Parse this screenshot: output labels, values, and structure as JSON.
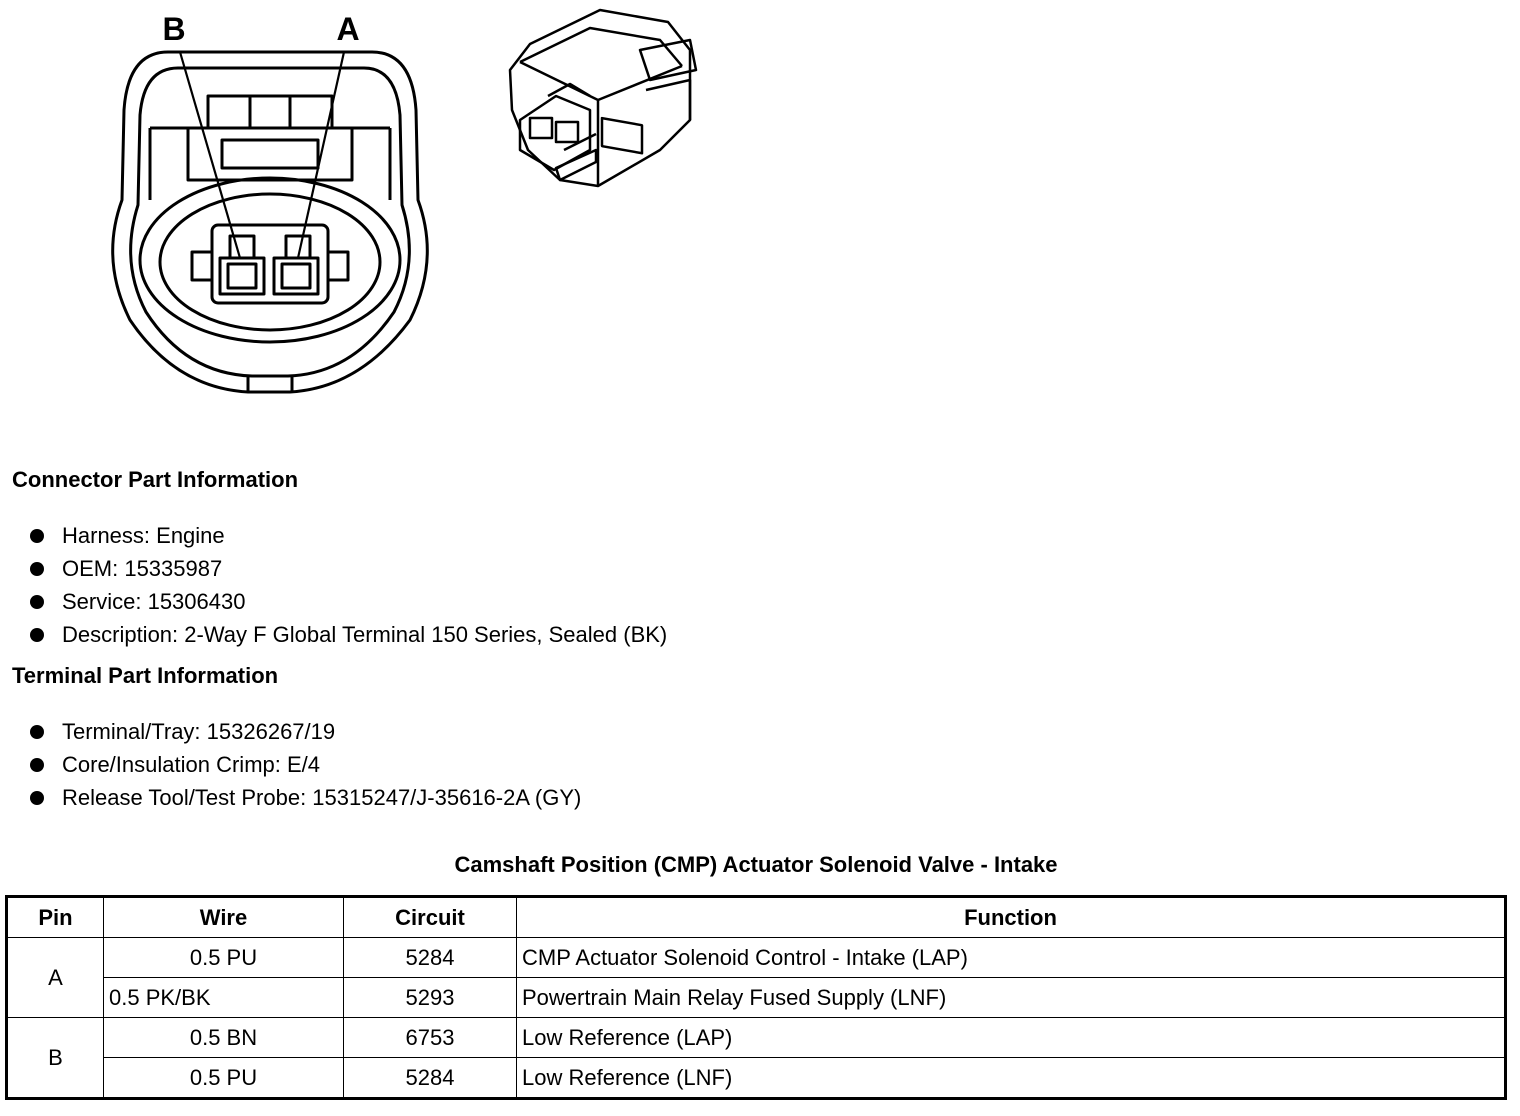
{
  "figure": {
    "pin_label_b": "B",
    "pin_label_a": "A"
  },
  "connector_info": {
    "heading": "Connector Part Information",
    "items": [
      "Harness: Engine",
      "OEM: 15335987",
      "Service: 15306430",
      "Description: 2-Way F Global Terminal 150 Series, Sealed (BK)"
    ]
  },
  "terminal_info": {
    "heading": "Terminal Part Information",
    "items": [
      "Terminal/Tray: 15326267/19",
      "Core/Insulation Crimp: E/4",
      "Release Tool/Test Probe: 15315247/J-35616-2A (GY)"
    ]
  },
  "table": {
    "title": "Camshaft Position (CMP) Actuator Solenoid Valve - Intake",
    "headers": [
      "Pin",
      "Wire",
      "Circuit",
      "Function"
    ],
    "groups": [
      {
        "pin": "A",
        "rows": [
          {
            "wire": "0.5 PU",
            "circuit": "5284",
            "function": "CMP Actuator Solenoid Control - Intake (LAP)"
          },
          {
            "wire": "0.5 PK/BK",
            "circuit": "5293",
            "function": "Powertrain Main Relay Fused Supply (LNF)"
          }
        ]
      },
      {
        "pin": "B",
        "rows": [
          {
            "wire": "0.5 BN",
            "circuit": "6753",
            "function": "Low Reference (LAP)"
          },
          {
            "wire": "0.5 PU",
            "circuit": "5284",
            "function": "Low Reference (LNF)"
          }
        ]
      }
    ]
  }
}
